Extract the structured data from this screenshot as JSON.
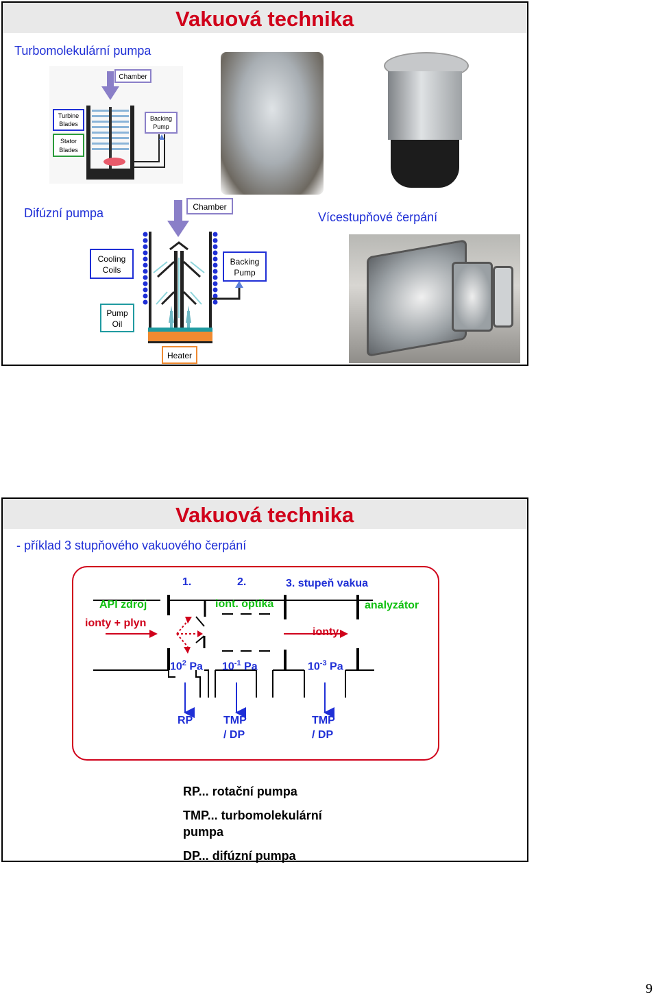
{
  "slide1": {
    "title": "Vakuová technika",
    "turbo_label": "Turbomolekulární pumpa",
    "diff_label": "Difúzní pumpa",
    "multi_label": "Vícestupňové čerpání",
    "turbo_diagram": {
      "chamber": "Chamber",
      "turbine_blades": "Turbine Blades",
      "stator_blades": "Stator Blades",
      "backing_pump": "Backing Pump"
    },
    "diff_diagram": {
      "chamber": "Chamber",
      "cooling_coils": "Cooling Coils",
      "backing_pump": "Backing Pump",
      "pump_oil": "Pump Oil",
      "heater": "Heater"
    }
  },
  "slide2": {
    "title": "Vakuová technika",
    "subtitle": "- příklad 3 stupňového vakuového čerpání",
    "stage1": "1.",
    "stage2": "2.",
    "stage3": "3. stupeň vakua",
    "api_source": "API zdroj",
    "ions_gas": "ionty + plyn",
    "ion_optics": "iont. optika",
    "analyzer": "analyzátor",
    "ions": "ionty",
    "p1_base": "10",
    "p1_exp": "2",
    "p1_unit": " Pa",
    "p2_base": "10",
    "p2_exp": "-1",
    "p2_unit": " Pa",
    "p3_base": "10",
    "p3_exp": "-3",
    "p3_unit": " Pa",
    "pump1": "RP",
    "pump2_a": "TMP",
    "pump2_b": "/ DP",
    "pump3_a": "TMP",
    "pump3_b": "/ DP",
    "legend": {
      "rp": "RP... rotační pumpa",
      "tmp_a": "TMP... turbomolekulární",
      "tmp_b": "pumpa",
      "dp": "DP... difúzní pumpa"
    }
  },
  "page_number": "9",
  "colors": {
    "title_red": "#d0021b",
    "label_blue": "#1f2fd6",
    "green": "#10c010",
    "arrow_purple": "#9b8fd0",
    "box_blue": "#1f2fd6"
  }
}
